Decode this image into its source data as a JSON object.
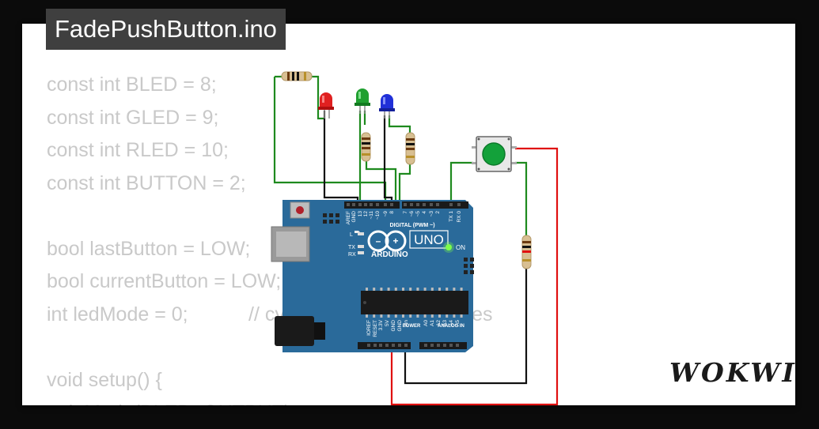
{
  "title": "FadePushButton.ino",
  "code_lines": [
    "const int BLED = 8;",
    "const int GLED = 9;",
    "const int RLED = 10;",
    "const int BUTTON = 2;",
    "",
    "bool lastButton = LOW;",
    "bool currentButton = LOW;",
    "int ledMode = 0;           // cycle between LED states",
    "",
    "void setup() {",
    "  pinMode(BLED, OUTPUT);"
  ],
  "brand": "WOKWI",
  "board": {
    "model": "UNO",
    "maker": "ARDUINO",
    "digital_label": "DIGITAL (PWM ~)",
    "power_label": "POWER",
    "analog_label": "ANALOG IN",
    "on_label": "ON",
    "led_l": "L",
    "led_tx": "TX",
    "led_rx": "RX",
    "top_pins": [
      "AREF",
      "GND",
      "13",
      "12",
      "~11",
      "~10",
      "~9",
      "8",
      "7",
      "~6",
      "~5",
      "4",
      "~3",
      "2",
      "TX 1",
      "RX 0"
    ],
    "bottom_pins": [
      "IOREF",
      "RESET",
      "3.3V",
      "5V",
      "GND",
      "GND",
      "Vin",
      "A0",
      "A1",
      "A2",
      "A3",
      "A4",
      "A5"
    ]
  },
  "colors": {
    "board": "#2a6a9a",
    "wire_black": "#111111",
    "wire_green": "#1e8a1e",
    "wire_red": "#e01010",
    "led_red": "#e02020",
    "led_green": "#20a030",
    "led_blue": "#2030d8",
    "button_cap": "#13a13a"
  }
}
